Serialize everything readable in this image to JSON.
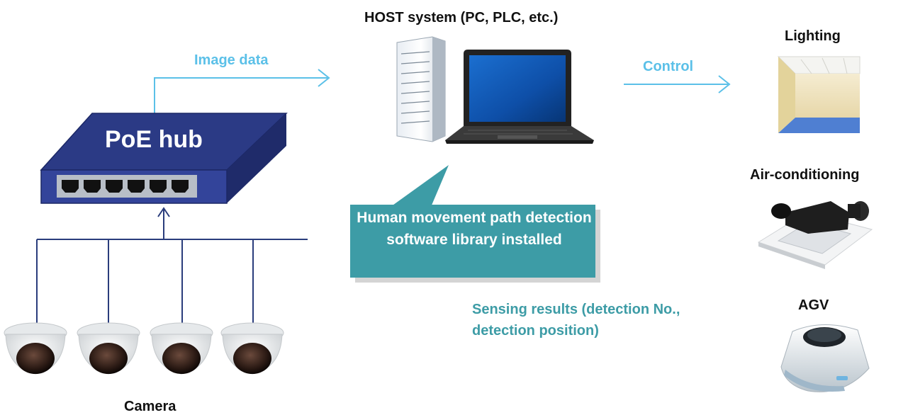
{
  "host": {
    "title": "HOST system (PC, PLC, etc.)"
  },
  "flows": {
    "image_data": "Image data",
    "control": "Control"
  },
  "hub": {
    "label": "PoE hub"
  },
  "callout": {
    "text": "Human movement path detection software library installed"
  },
  "sensing": {
    "text": "Sensing results (detection No., detection position)"
  },
  "devices": {
    "lighting": "Lighting",
    "air_conditioning": "Air-conditioning",
    "agv": "AGV"
  },
  "cameras": {
    "label": "Camera"
  },
  "colors": {
    "arrow_light_blue": "#5bc0e8",
    "hub_navy": "#2b3a85",
    "callout_teal": "#3d9ca6",
    "camera_lines": "#2a3d7c"
  }
}
